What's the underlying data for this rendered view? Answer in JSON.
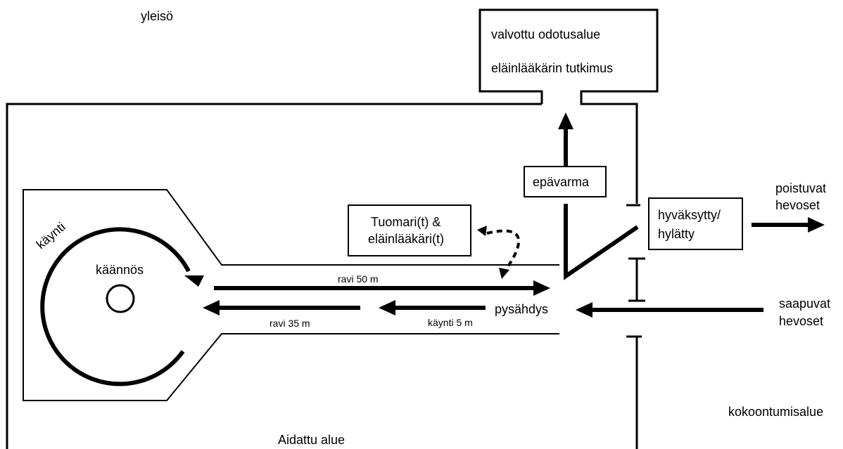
{
  "labels": {
    "audience": "yleisö",
    "waiting_area_line1": "valvottu odotusalue",
    "waiting_area_line2": "eläinlääkärin tutkimus",
    "uncertain": "epävarma",
    "accepted_line1": "hyväksytty/",
    "accepted_line2": "hylätty",
    "leaving_line1": "poistuvat",
    "leaving_line2": "hevoset",
    "arriving_line1": "saapuvat",
    "arriving_line2": "hevoset",
    "judges_line1": "Tuomari(t) &",
    "judges_line2": "eläinlääkäri(t)",
    "walk_circle": "käynti",
    "turn": "käännös",
    "trot_out": "ravi 50 m",
    "trot_back": "ravi 35 m",
    "walk_back": "käynti 5 m",
    "stop": "pysähdys",
    "assembly_area": "kokoontumisalue",
    "fenced_area": "Aidattu alue"
  }
}
